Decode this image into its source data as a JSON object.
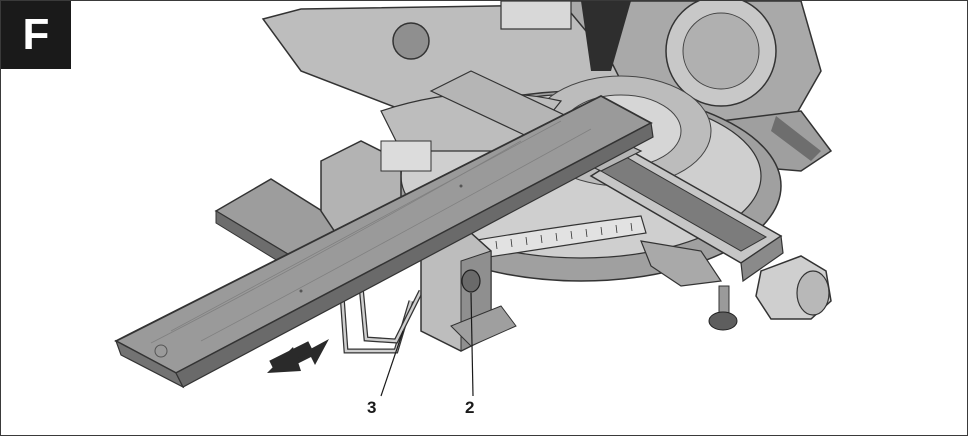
{
  "figure": {
    "label": "F",
    "callouts": [
      {
        "id": "3",
        "text": "3",
        "target": "workpiece-stop-bracket"
      },
      {
        "id": "2",
        "text": "2",
        "target": "locking-knob"
      }
    ],
    "icons": {
      "direction_arrow": "arrow-left-down-icon"
    },
    "colors": {
      "frame": "#3a3a3a",
      "label_bg": "#1a1a1a",
      "label_fg": "#ffffff",
      "wood": "#9a9a9a",
      "metal_light": "#d4d4d4",
      "metal_mid": "#a8a8a8",
      "metal_dark": "#5a5a5a"
    }
  }
}
